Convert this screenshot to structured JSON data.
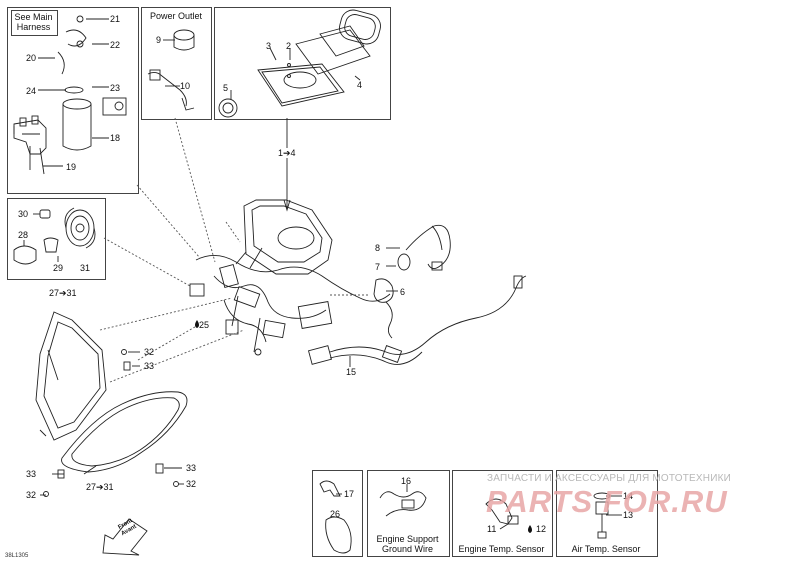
{
  "callouts": {
    "c21": "21",
    "c22": "22",
    "c20": "20",
    "c24": "24",
    "c23": "23",
    "c18": "18",
    "c19": "19",
    "c9": "9",
    "c10": "10",
    "c3": "3",
    "c2": "2",
    "c5": "5",
    "c4": "4",
    "c1to4": "1➔4",
    "c30": "30",
    "c28": "28",
    "c29": "29",
    "c31": "31",
    "c27to31a": "27➔31",
    "c8": "8",
    "c7": "7",
    "c6": "6",
    "c25": "25",
    "c32a": "32",
    "c33a": "33",
    "c15": "15",
    "c33b": "33",
    "c32b": "32",
    "c33c": "33",
    "c32c": "32",
    "c27to31b": "27➔31",
    "c17": "17",
    "c26": "26",
    "c16": "16",
    "c11": "11",
    "c12": "12",
    "c14": "14",
    "c13": "13"
  },
  "boxes": {
    "see_main_harness": "See Main\nHarness",
    "power_outlet": "Power Outlet",
    "engine_support_ground_wire": "Engine Support\nGround Wire",
    "engine_temp_sensor": "Engine Temp. Sensor",
    "air_temp_sensor": "Air Temp. Sensor"
  },
  "front_label": "Front\nAvant",
  "drawing_ref": "38L1305",
  "watermark": {
    "text": "ЗАПЧАСТИ И АКСЕССУАРЫ ДЛЯ МОТОТЕХНИКИ",
    "brand": "PARTS FOR.RU"
  }
}
